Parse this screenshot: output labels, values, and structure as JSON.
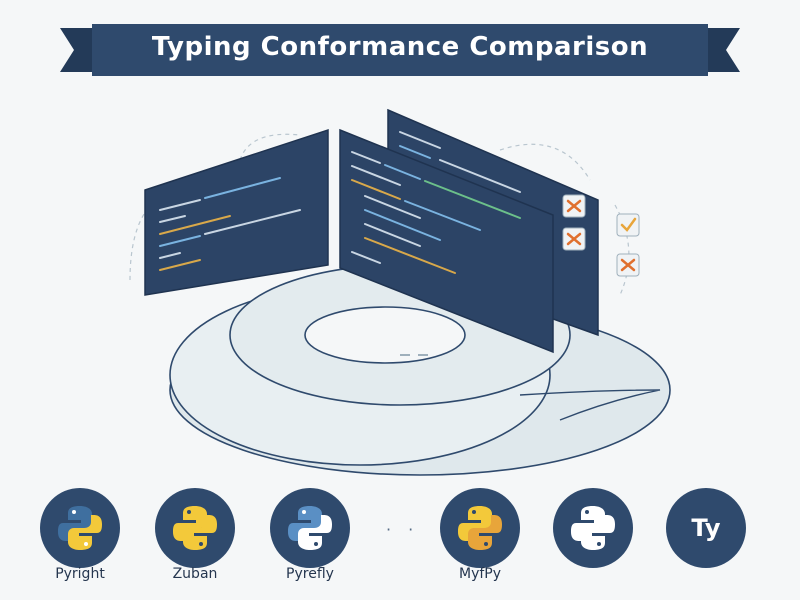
{
  "title": "Typing Conformance Comparison",
  "colors": {
    "navy": "#2f4a6d",
    "panel_dark": "#2c4466",
    "ring_fill": "#e3ebee",
    "check": "#e8a53a",
    "cross": "#e0702e",
    "python_blue": "#3f6f9f",
    "python_yellow": "#f3c93a"
  },
  "tools": [
    {
      "name": "Pyright",
      "icon": "python-logo-blue-yellow"
    },
    {
      "name": "Zuban",
      "icon": "python-logo-yellow"
    },
    {
      "name": "Pyrefly",
      "icon": "python-logo-blue-white"
    },
    {
      "name": "MyfPy",
      "icon": "python-logo-yellow"
    },
    {
      "name": "",
      "icon": "python-logo-white"
    },
    {
      "name": "",
      "icon": "ty-logo",
      "logo_text": "Ty"
    }
  ],
  "separator": "· ·"
}
